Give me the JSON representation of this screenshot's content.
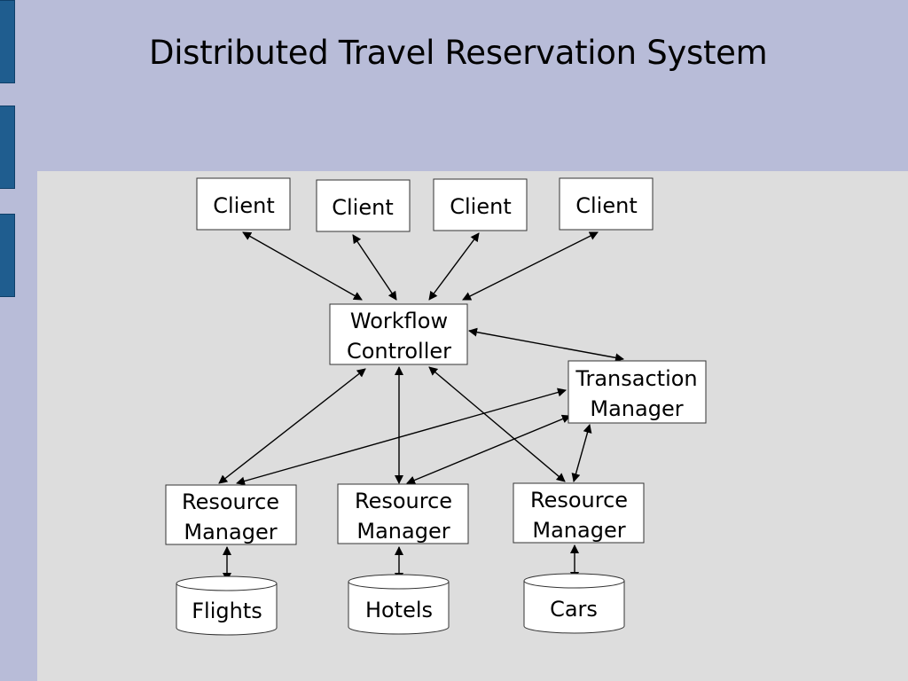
{
  "slide": {
    "title": "Distributed Travel Reservation System"
  },
  "diagram": {
    "clients": [
      {
        "label": "Client"
      },
      {
        "label": "Client"
      },
      {
        "label": "Client"
      },
      {
        "label": "Client"
      }
    ],
    "workflow_controller": {
      "line1": "Workflow",
      "line2": "Controller"
    },
    "transaction_manager": {
      "line1": "Transaction",
      "line2": "Manager"
    },
    "resource_managers": [
      {
        "line1": "Resource",
        "line2": "Manager"
      },
      {
        "line1": "Resource",
        "line2": "Manager"
      },
      {
        "line1": "Resource",
        "line2": "Manager"
      }
    ],
    "databases": [
      {
        "label": "Flights"
      },
      {
        "label": "Hotels"
      },
      {
        "label": "Cars"
      }
    ]
  }
}
